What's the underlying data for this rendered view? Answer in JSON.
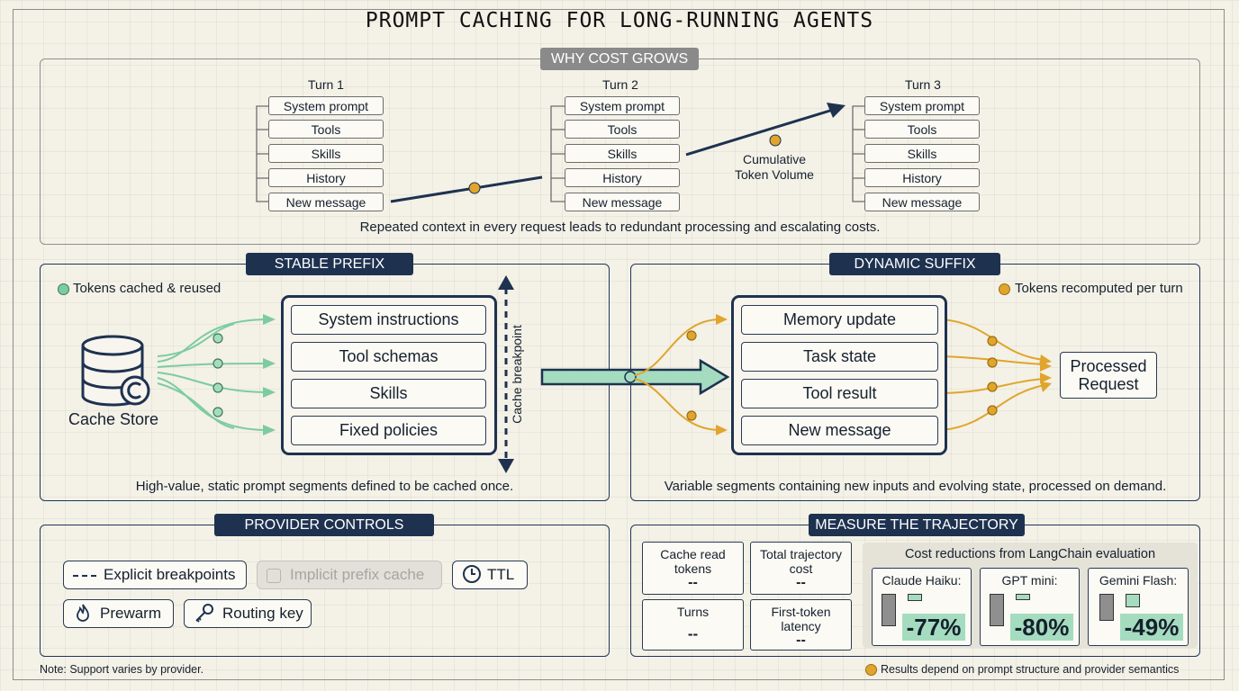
{
  "title": "PROMPT CACHING FOR LONG-RUNNING AGENTS",
  "colors": {
    "navy": "#1e3250",
    "green": "#7ccca0",
    "amber": "#e0a52c",
    "gray": "#8a8a8a"
  },
  "why": {
    "tab": "WHY COST GROWS",
    "turns": [
      {
        "label": "Turn 1",
        "items": [
          "System prompt",
          "Tools",
          "Skills",
          "History",
          "New message"
        ]
      },
      {
        "label": "Turn 2",
        "items": [
          "System prompt",
          "Tools",
          "Skills",
          "History",
          "New message"
        ]
      },
      {
        "label": "Turn 3",
        "items": [
          "System prompt",
          "Tools",
          "Skills",
          "History",
          "New message"
        ]
      }
    ],
    "arrow_label_1": "Cumulative",
    "arrow_label_2": "Token Volume",
    "caption": "Repeated context in every request leads to redundant processing and escalating costs."
  },
  "stable": {
    "tab": "STABLE PREFIX",
    "legend": "Tokens cached & reused",
    "cache_store": "Cache Store",
    "segments": [
      "System instructions",
      "Tool schemas",
      "Skills",
      "Fixed policies"
    ],
    "breakpoint": "Cache breakpoint",
    "caption": "High-value, static prompt segments defined to be cached once."
  },
  "dynamic": {
    "tab": "DYNAMIC SUFFIX",
    "legend": "Tokens recomputed per turn",
    "segments": [
      "Memory update",
      "Task state",
      "Tool result",
      "New message"
    ],
    "processed_1": "Processed",
    "processed_2": "Request",
    "caption": "Variable segments containing new inputs and evolving state, processed on demand."
  },
  "provider": {
    "tab": "PROVIDER CONTROLS",
    "explicit": "Explicit breakpoints",
    "implicit": "Implicit prefix cache",
    "ttl": "TTL",
    "prewarm": "Prewarm",
    "routing": "Routing key",
    "note": "Note: Support varies by provider."
  },
  "measure": {
    "tab": "MEASURE THE TRAJECTORY",
    "metrics": [
      {
        "label_1": "Cache read",
        "label_2": "tokens",
        "value": "--"
      },
      {
        "label_1": "Total trajectory",
        "label_2": "cost",
        "value": "--"
      },
      {
        "label_1": "Turns",
        "label_2": "",
        "value": "--"
      },
      {
        "label_1": "First-token",
        "label_2": "latency",
        "value": "--"
      }
    ],
    "cost_title": "Cost reductions from LangChain evaluation",
    "models": [
      {
        "name": "Claude Haiku:",
        "reduction": "-77%",
        "reduction_value": 77
      },
      {
        "name": "GPT mini:",
        "reduction": "-80%",
        "reduction_value": 80
      },
      {
        "name": "Gemini Flash:",
        "reduction": "-49%",
        "reduction_value": 49
      }
    ],
    "footnote": "Results depend on prompt structure and provider semantics"
  }
}
